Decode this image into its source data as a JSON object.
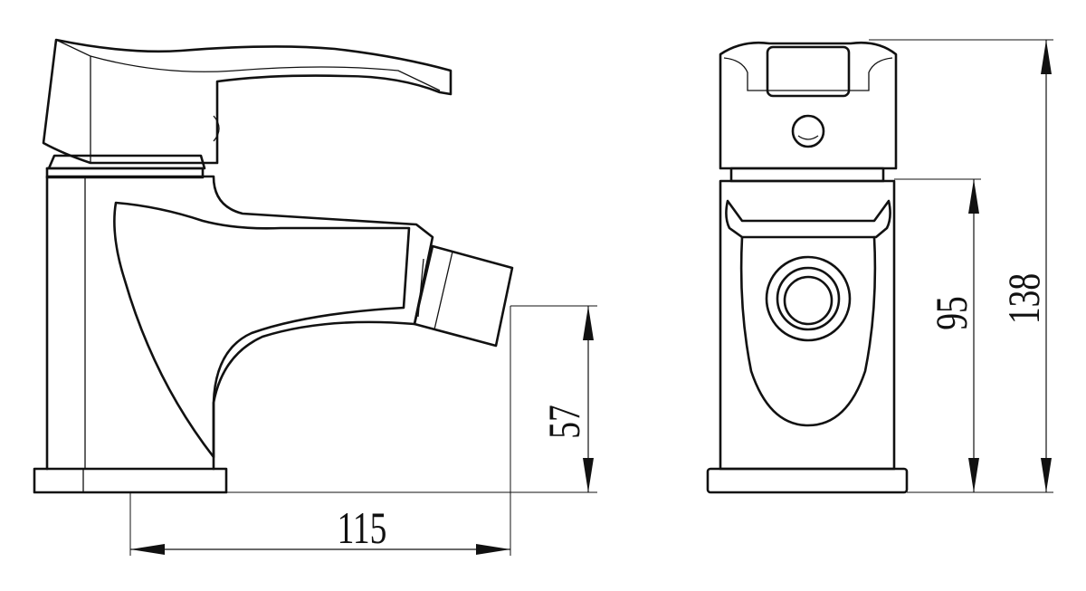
{
  "drawing": {
    "views": [
      "side-view",
      "front-view"
    ],
    "dimensions": {
      "width_115": "115",
      "height_57": "57",
      "height_95": "95",
      "height_138": "138"
    }
  }
}
